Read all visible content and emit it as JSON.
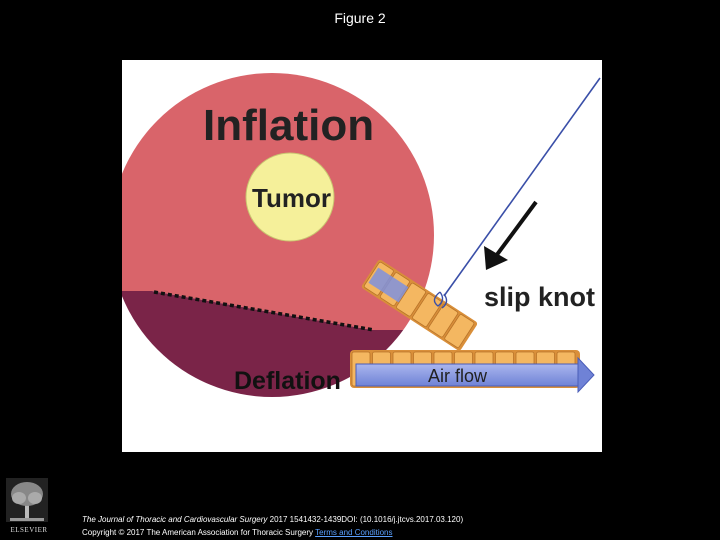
{
  "slide": {
    "title": "Figure 2"
  },
  "diagram": {
    "inflation_label": "Inflation",
    "tumor_label": "Tumor",
    "deflation_label": "Deflation",
    "slip_knot_label": "slip knot",
    "air_flow_label": "Air flow",
    "colors": {
      "inflation": "#d9646a",
      "deflation": "#7a2448",
      "tumor": "#f5f09a",
      "tube": "#f4b761",
      "air_flow_arrow": "#7f92de"
    }
  },
  "footer": {
    "journal": "The Journal of Thoracic and Cardiovascular Surgery",
    "citation_rest": " 2017 1541432-1439DOI: (10.1016/j.jtcvs.2017.03.120)",
    "copyright": "Copyright © 2017 The American Association for Thoracic Surgery ",
    "terms_link": "Terms and Conditions",
    "publisher": "ELSEVIER"
  }
}
